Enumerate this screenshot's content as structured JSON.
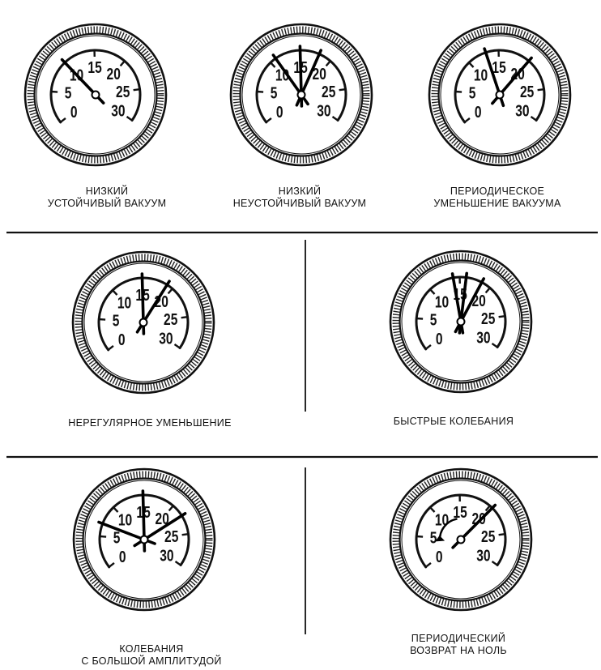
{
  "scale": {
    "min": 0,
    "max": 30,
    "tick_labels": [
      "0",
      "5",
      "10",
      "15",
      "20",
      "25",
      "30"
    ]
  },
  "gauges": [
    {
      "id": "low-steady",
      "caption": [
        "НИЗКИЙ",
        "УСТОЙЧИВЫЙ ВАКУУМ"
      ],
      "needles": [
        10
      ],
      "arc_arrow": false
    },
    {
      "id": "low-unsteady",
      "caption": [
        "НИЗКИЙ",
        "НЕУСТОЙЧИВЫЙ ВАКУУМ"
      ],
      "needles": [
        11,
        15,
        18
      ],
      "arc_arrow": false
    },
    {
      "id": "periodic-decrease",
      "caption": [
        "ПЕРИОДИЧЕСКОЕ",
        "УМЕНЬШЕНИЕ ВАКУУМА"
      ],
      "needles": [
        13,
        20
      ],
      "arc_arrow": false
    },
    {
      "id": "irregular-decrease",
      "caption": [
        "НЕРЕГУЛЯРНОЕ УМЕНЬШЕНИЕ"
      ],
      "needles": [
        15,
        19
      ],
      "arc_arrow": false
    },
    {
      "id": "rapid-fluctuations",
      "caption": [
        "БЫСТРЫЕ КОЛЕБАНИЯ"
      ],
      "needles": [
        14,
        16,
        18.5
      ],
      "arc_arrow": false
    },
    {
      "id": "large-amplitude",
      "caption": [
        "КОЛЕБАНИЯ",
        "С БОЛЬШОЙ АМПЛИТУДОЙ"
      ],
      "needles": [
        7,
        15,
        22
      ],
      "arc_arrow": false
    },
    {
      "id": "periodic-return",
      "caption": [
        "ПЕРИОДИЧЕСКИЙ",
        "ВОЗВРАТ НА НОЛЬ"
      ],
      "needles": [
        20.5
      ],
      "arc_arrow": true
    }
  ]
}
